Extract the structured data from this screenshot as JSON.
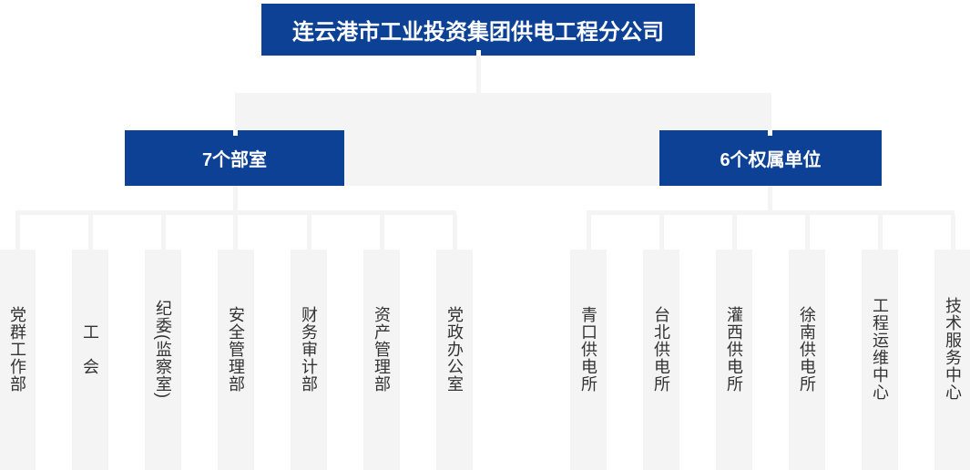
{
  "org_chart": {
    "root": {
      "label": "连云港市工业投资集团供电工程分公司"
    },
    "groups": {
      "departments": {
        "label": "7个部室"
      },
      "units": {
        "label": "6个权属单位"
      }
    },
    "departments": [
      "党群工作部",
      "工　会",
      "纪委(监察室)",
      "安全管理部",
      "财务审计部",
      "资产管理部",
      "党政办公室"
    ],
    "units": [
      "青口供电所",
      "台北供电所",
      "灌西供电所",
      "徐南供电所",
      "工程运维中心",
      "技术服务中心"
    ],
    "colors": {
      "node_blue": "#0c4196",
      "connector_gray": "#f4f4f5",
      "leaf_text": "#333333"
    }
  }
}
